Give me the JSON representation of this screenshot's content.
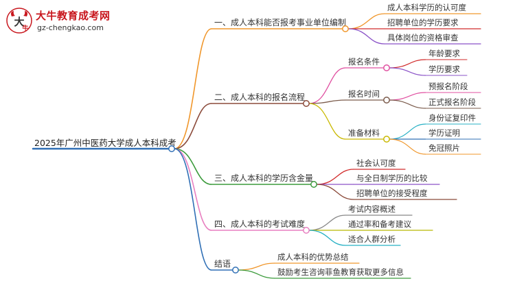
{
  "logo": {
    "title": "大牛教育成考网",
    "url": "gz-chengkao.com",
    "brand_color": "#c8161d"
  },
  "mindmap": {
    "root": {
      "label": "2025年广州中医药大学成人本科成考",
      "color": "#2f6fb5"
    },
    "branches": [
      {
        "label": "一、成人本科能否报考事业单位编制",
        "color": "#f0962a",
        "children": [
          {
            "label": "成人本科学历的认可度",
            "color": "#f0962a"
          },
          {
            "label": "招聘单位的学历要求",
            "color": "#d12a2a"
          },
          {
            "label": "具体岗位的资格审查",
            "color": "#8a52c7"
          }
        ]
      },
      {
        "label": "二、成人本科的报名流程",
        "color": "#8b4a3a",
        "children": [
          {
            "label": "报名条件",
            "color": "#e04fa0",
            "children": [
              {
                "label": "年龄要求",
                "color": "#d12a2a"
              },
              {
                "label": "学历要求",
                "color": "#8a52c7"
              }
            ]
          },
          {
            "label": "报名时间",
            "color": "#7a5a4a",
            "children": [
              {
                "label": "预报名阶段",
                "color": "#e04fa0"
              },
              {
                "label": "正式报名阶段",
                "color": "#7a5a4a"
              }
            ]
          },
          {
            "label": "准备材料",
            "color": "#c9b800",
            "children": [
              {
                "label": "身份证复印件",
                "color": "#26b0c4"
              },
              {
                "label": "学历证明",
                "color": "#2f6fb5"
              },
              {
                "label": "免冠照片",
                "color": "#f0962a"
              }
            ]
          }
        ]
      },
      {
        "label": "三、成人本科的学历含金量",
        "color": "#3a9a3a",
        "children": [
          {
            "label": "社会认可度",
            "color": "#d12a2a"
          },
          {
            "label": "与全日制学历的比较",
            "color": "#8a52c7"
          },
          {
            "label": "招聘单位的接受程度",
            "color": "#8b4a3a"
          }
        ]
      },
      {
        "label": "四、成人本科的考试难度",
        "color": "#e87fc0",
        "children": [
          {
            "label": "考试内容概述",
            "color": "#888888"
          },
          {
            "label": "通过率和备考建议",
            "color": "#b8b800"
          },
          {
            "label": "适合人群分析",
            "color": "#26b0c4"
          }
        ]
      },
      {
        "label": "结语",
        "color": "#2f6fb5",
        "children": [
          {
            "label": "成人本科的优势总结",
            "color": "#f0962a"
          },
          {
            "label": "鼓励考生咨询菲鱼教育获取更多信息",
            "color": "#3a9a3a"
          }
        ]
      }
    ]
  }
}
